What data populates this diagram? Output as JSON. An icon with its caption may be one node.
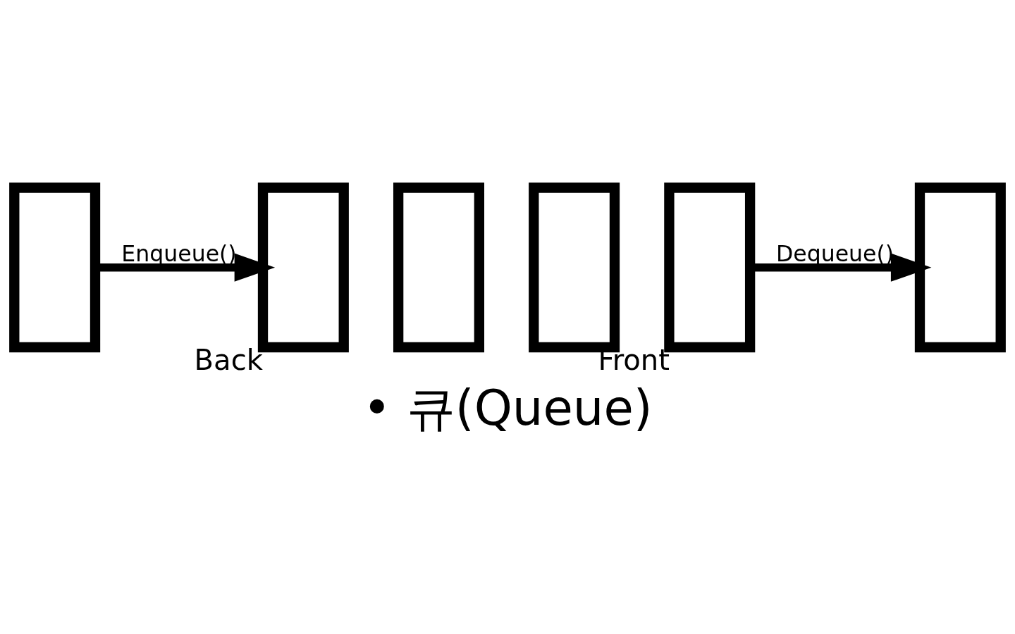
{
  "diagram": {
    "title": "• 큐(Queue)",
    "nodes": [
      {
        "text": [],
        "shape": "box"
      },
      {
        "text": [],
        "shape": "box",
        "beside": [
          "Back"
        ]
      },
      {
        "text": [],
        "shape": "box"
      },
      {
        "text": [],
        "shape": "box"
      },
      {
        "text": [],
        "shape": "box",
        "beside": [
          "Front"
        ]
      },
      {
        "text": [],
        "shape": "box"
      }
    ],
    "edges": [
      {
        "from": 0,
        "to": 1,
        "arrow": "to",
        "label": "Enqueue()"
      },
      {
        "from": 4,
        "to": 5,
        "arrow": "to",
        "label": "Dequeue()"
      }
    ]
  }
}
